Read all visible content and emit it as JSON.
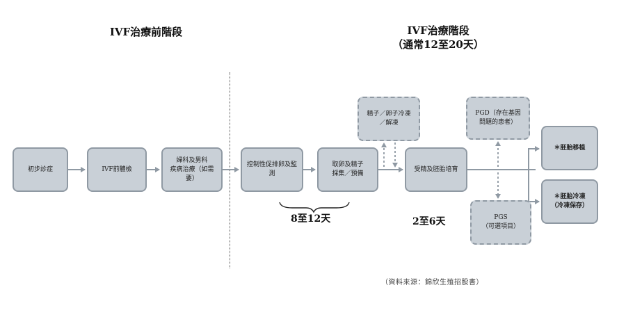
{
  "headings": {
    "pre_treatment": "IVF治療前階段",
    "treatment_title": "IVF治療階段",
    "treatment_subtitle": "（通常12至20天）"
  },
  "nodes": {
    "initial_consult": "初步診症",
    "pre_ivf_exam": "IVF前體檢",
    "fertility_disease_treatment": "婦科及男科\n疾病治療（如需要）",
    "controlled_ovulation": "控制性促排卵及監測",
    "egg_sperm_collection": "取卵及精子\n採集／預備",
    "sperm_egg_freezing": "精子／卵子冷凍\n／解凍",
    "fertilization_culture": "受精及胚胎培育",
    "pgd": "PGD（存在基因\n問題的患者）",
    "pgs": "PGS\n（可選項目）",
    "embryo_transfer": "＊胚胎移植",
    "embryo_freezing": "＊胚胎冷凍\n（冷凍保存）"
  },
  "durations": {
    "stimulation": "8至12天",
    "culture": "2至6天"
  },
  "source": "（資料來源：錦欣生殖招股書）",
  "colors": {
    "box_fill": "#c9d0d7",
    "box_border": "#8f99a3",
    "arrow": "#8f99a3"
  }
}
